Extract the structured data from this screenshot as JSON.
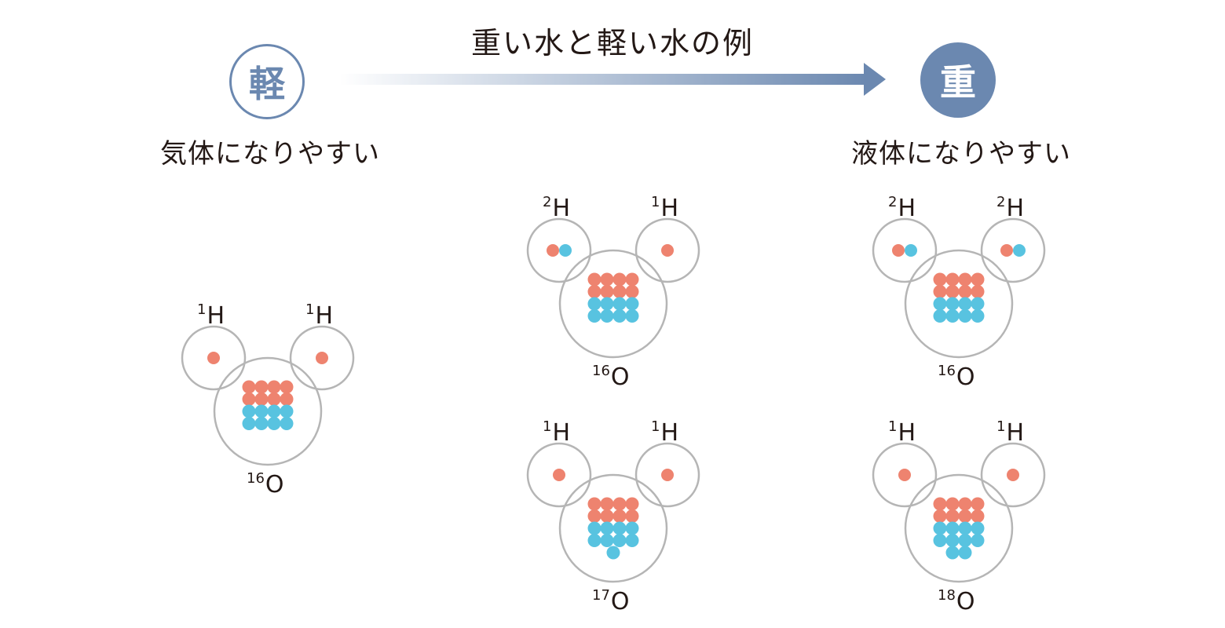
{
  "title": "重い水と軽い水の例",
  "scale": {
    "light": {
      "symbol": "軽",
      "caption": "気体になりやすい"
    },
    "heavy": {
      "symbol": "重",
      "caption": "液体になりやすい"
    },
    "arrow_direction": "light-to-heavy"
  },
  "colors": {
    "accent": "#6b88b0",
    "proton": "#ee836f",
    "neutron": "#58c3e0",
    "shell": "#b5b5b5",
    "text": "#231815"
  },
  "legend_semantics": {
    "proton_color": "orange-red",
    "neutron_color": "light-blue"
  },
  "molecules": [
    {
      "id": "light-water",
      "column": "left",
      "h_left": {
        "mass": "1",
        "element": "H",
        "protons": 1,
        "neutrons": 0
      },
      "h_right": {
        "mass": "1",
        "element": "H",
        "protons": 1,
        "neutrons": 0
      },
      "oxygen": {
        "mass": "16",
        "element": "O",
        "protons": 8,
        "neutrons": 8
      }
    },
    {
      "id": "semi-heavy-water",
      "column": "middle-top",
      "h_left": {
        "mass": "2",
        "element": "H",
        "protons": 1,
        "neutrons": 1
      },
      "h_right": {
        "mass": "1",
        "element": "H",
        "protons": 1,
        "neutrons": 0
      },
      "oxygen": {
        "mass": "16",
        "element": "O",
        "protons": 8,
        "neutrons": 8
      }
    },
    {
      "id": "oxygen-17-water",
      "column": "middle-bottom",
      "h_left": {
        "mass": "1",
        "element": "H",
        "protons": 1,
        "neutrons": 0
      },
      "h_right": {
        "mass": "1",
        "element": "H",
        "protons": 1,
        "neutrons": 0
      },
      "oxygen": {
        "mass": "17",
        "element": "O",
        "protons": 8,
        "neutrons": 9
      }
    },
    {
      "id": "heavy-water",
      "column": "right-top",
      "h_left": {
        "mass": "2",
        "element": "H",
        "protons": 1,
        "neutrons": 1
      },
      "h_right": {
        "mass": "2",
        "element": "H",
        "protons": 1,
        "neutrons": 1
      },
      "oxygen": {
        "mass": "16",
        "element": "O",
        "protons": 8,
        "neutrons": 8
      }
    },
    {
      "id": "oxygen-18-water",
      "column": "right-bottom",
      "h_left": {
        "mass": "1",
        "element": "H",
        "protons": 1,
        "neutrons": 0
      },
      "h_right": {
        "mass": "1",
        "element": "H",
        "protons": 1,
        "neutrons": 0
      },
      "oxygen": {
        "mass": "18",
        "element": "O",
        "protons": 8,
        "neutrons": 10
      }
    }
  ]
}
